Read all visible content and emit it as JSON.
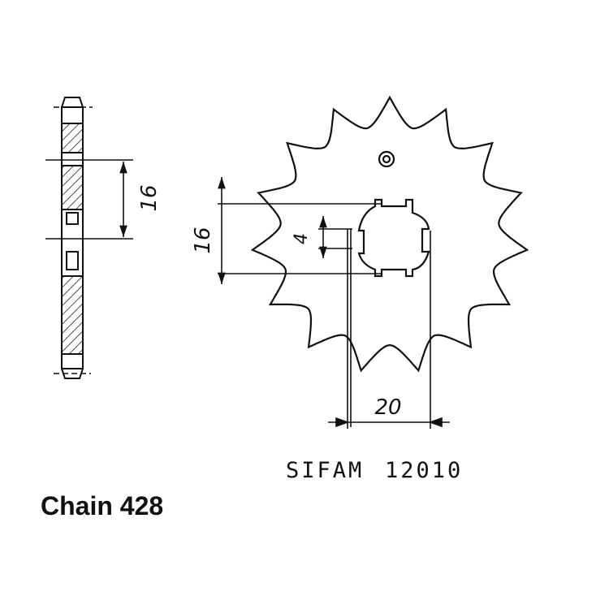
{
  "dimensions": {
    "side_width": "16",
    "hub_height": "16",
    "key_width": "4",
    "bore": "20"
  },
  "part_code": {
    "brand": "SIFAM",
    "number": "12010"
  },
  "chain_label": "Chain 428",
  "sprocket": {
    "teeth": 15
  }
}
